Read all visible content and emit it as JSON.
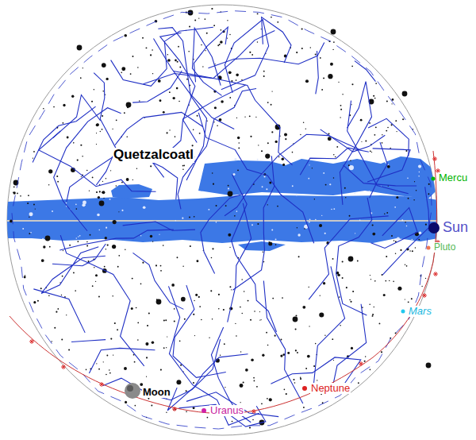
{
  "diagram": {
    "labels": [
      "Quetzalcoatl",
      "Mercu",
      "Sun",
      "Pluto",
      "Mars",
      "Moon",
      "Neptune",
      "Uranus"
    ]
  }
}
